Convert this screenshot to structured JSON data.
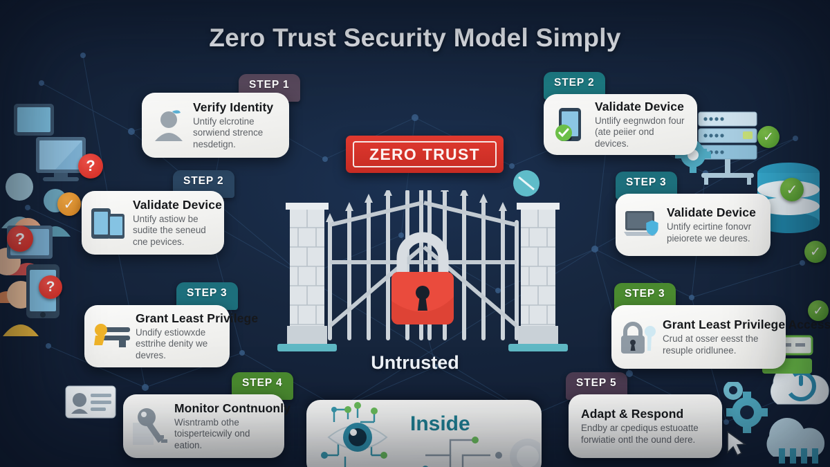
{
  "page": {
    "title": "Zero Trust Security Model Simply",
    "background_color": "#16263f"
  },
  "center": {
    "banner_label": "ZERO TRUST",
    "banner_color": "#d2342a",
    "zone_outside_label": "Untrusted",
    "zone_inside_label": "Inside",
    "gate_icon": "gate-icon",
    "padlock_icon": "padlock-icon",
    "eye_circuit_icon": "eye-circuit-icon"
  },
  "steps_left": [
    {
      "badge": "STEP 1",
      "badge_color": "#58485c",
      "title": "Verify Identity",
      "body": "Untify elcrotine sorwiend strence nesdetign.",
      "icon": "user-avatar-icon"
    },
    {
      "badge": "STEP 2",
      "badge_color": "#2a4561",
      "title": "Validate Device",
      "body": "Untify astiow be sudite the seneud cne pevices.",
      "icon": "mobile-devices-icon"
    },
    {
      "badge": "STEP 3",
      "badge_color": "#1d6f7c",
      "title": "Grant Least Privilege",
      "body": "Undify estiowxde esttrihe denity we devres.",
      "icon": "key-access-icon"
    },
    {
      "badge": "STEP 4",
      "badge_color": "#4a8a2f",
      "title": "Monitor Contnuonly",
      "body": "Wisntramb othe toisperteicwily ond eation.",
      "icon": "key-document-icon"
    }
  ],
  "steps_right": [
    {
      "badge": "STEP 2",
      "badge_color": "#1d7a82",
      "title": "Validate Device",
      "body": "Untlify eegnwdon four (ate peiier ond devices.",
      "icon": "phone-verified-icon"
    },
    {
      "badge": "STEP 3",
      "badge_color": "#1d6f7c",
      "title": "Validate Device",
      "body": "Untify ecirtine fonovr pieiorete we deures.",
      "icon": "laptop-shield-icon"
    },
    {
      "badge": "STEP 3",
      "badge_color": "#4a8a2f",
      "title": "Grant Least Privilege Access",
      "body": "Crud at osser eesst the resuple oridlunee.",
      "icon": "padlock-key-icon"
    },
    {
      "badge": "STEP 5",
      "badge_color": "#4d3c52",
      "title": "Adapt & Respond",
      "body": "Endby ar cpediqus estuoatte forwiatie ontl the ound dere.",
      "icon": "gears-cursor-icon"
    }
  ],
  "edge_icons": {
    "question_marks": [
      "?",
      "?",
      "?",
      "?",
      "?"
    ],
    "check_marks": [
      "✓",
      "✓",
      "✓",
      "✓",
      "✓",
      "✓"
    ],
    "left_cluster": [
      "monitor-icon",
      "tablet-icon",
      "people-group-icon",
      "smartphone-icon",
      "id-card-icon"
    ],
    "right_cluster": [
      "server-rack-icon",
      "database-icon",
      "cloud-power-icon",
      "cloud-data-icon",
      "router-icon",
      "gear-icon"
    ]
  }
}
